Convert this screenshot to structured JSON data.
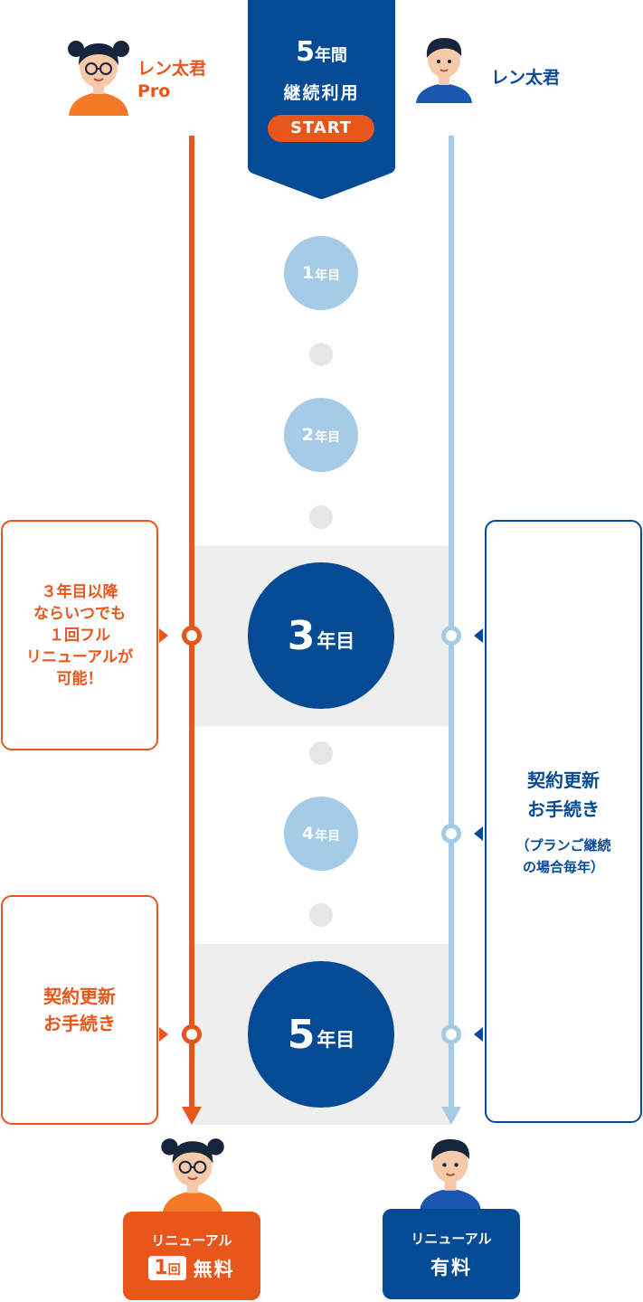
{
  "colors": {
    "orange": "#e8561b",
    "navy": "#054a94",
    "light_blue": "#a6cbe6",
    "band_gray": "#eeeeee",
    "dot_gray": "#e6e6e6"
  },
  "header": {
    "left_plan": {
      "name_line1": "レン太君",
      "name_line2": "Pro",
      "avatar_icon": "girl-with-glasses-avatar"
    },
    "right_plan": {
      "name": "レン太君",
      "avatar_icon": "boy-avatar"
    },
    "start_banner": {
      "years_num": "5",
      "years_unit": "年間",
      "line2": "継続利用",
      "start_label": "START"
    }
  },
  "timeline": {
    "year1": {
      "num": "1",
      "unit": "年目"
    },
    "year2": {
      "num": "2",
      "unit": "年目"
    },
    "year3": {
      "num": "3",
      "unit": "年目"
    },
    "year4": {
      "num": "4",
      "unit": "年目"
    },
    "year5": {
      "num": "5",
      "unit": "年目"
    }
  },
  "callouts": {
    "pro_year3": {
      "lines": [
        "３年目以降",
        "ならいつでも",
        "１回フル",
        "リニューアルが",
        "可能！"
      ]
    },
    "pro_year5": {
      "lines": [
        "契約更新",
        "お手続き"
      ]
    },
    "standard": {
      "title_lines": [
        "契約更新",
        "お手続き"
      ],
      "note_lines": [
        "（プランご継続",
        "の場合毎年）"
      ]
    }
  },
  "footer": {
    "pro_badge": {
      "label": "リニューアル",
      "count_num": "1",
      "count_unit": "回",
      "price": "無料"
    },
    "standard_badge": {
      "label": "リニューアル",
      "price": "有料"
    }
  }
}
